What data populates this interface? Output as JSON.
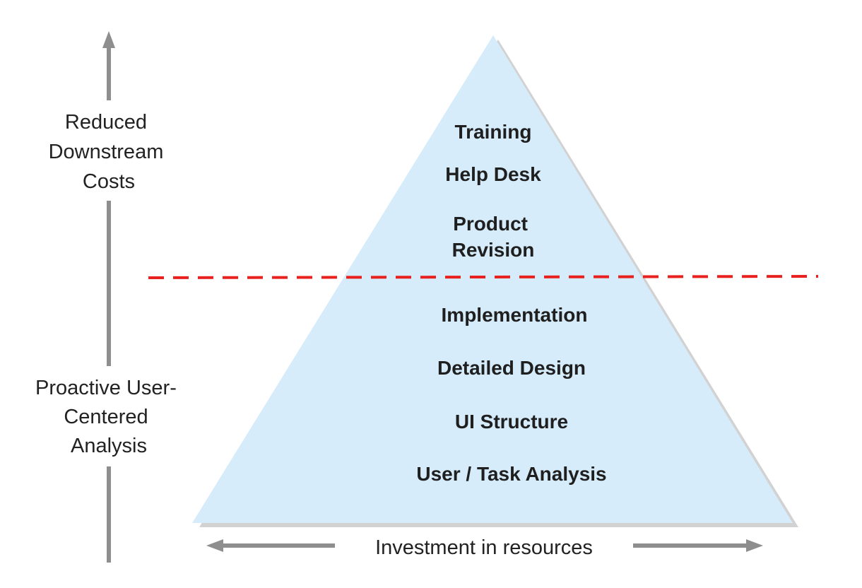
{
  "left_axis": {
    "top_label": [
      "Reduced",
      "Downstream",
      "Costs"
    ],
    "bottom_label": [
      "Proactive User-",
      "Centered",
      "Analysis"
    ]
  },
  "pyramid": {
    "upper_levels": [
      [
        "Training"
      ],
      [
        "Help Desk"
      ],
      [
        "Product",
        "Revision"
      ]
    ],
    "lower_levels": [
      [
        "Implementation"
      ],
      [
        "Detailed Design"
      ],
      [
        "UI Structure"
      ],
      [
        "User / Task Analysis"
      ]
    ]
  },
  "bottom_axis": {
    "label": "Investment in resources"
  },
  "colors": {
    "pyramid_fill": "#d6ecfb",
    "pyramid_shadow": "#d2d2d2",
    "divider": "#e8201e",
    "arrow": "#8e8e8e",
    "text": "#222222"
  }
}
